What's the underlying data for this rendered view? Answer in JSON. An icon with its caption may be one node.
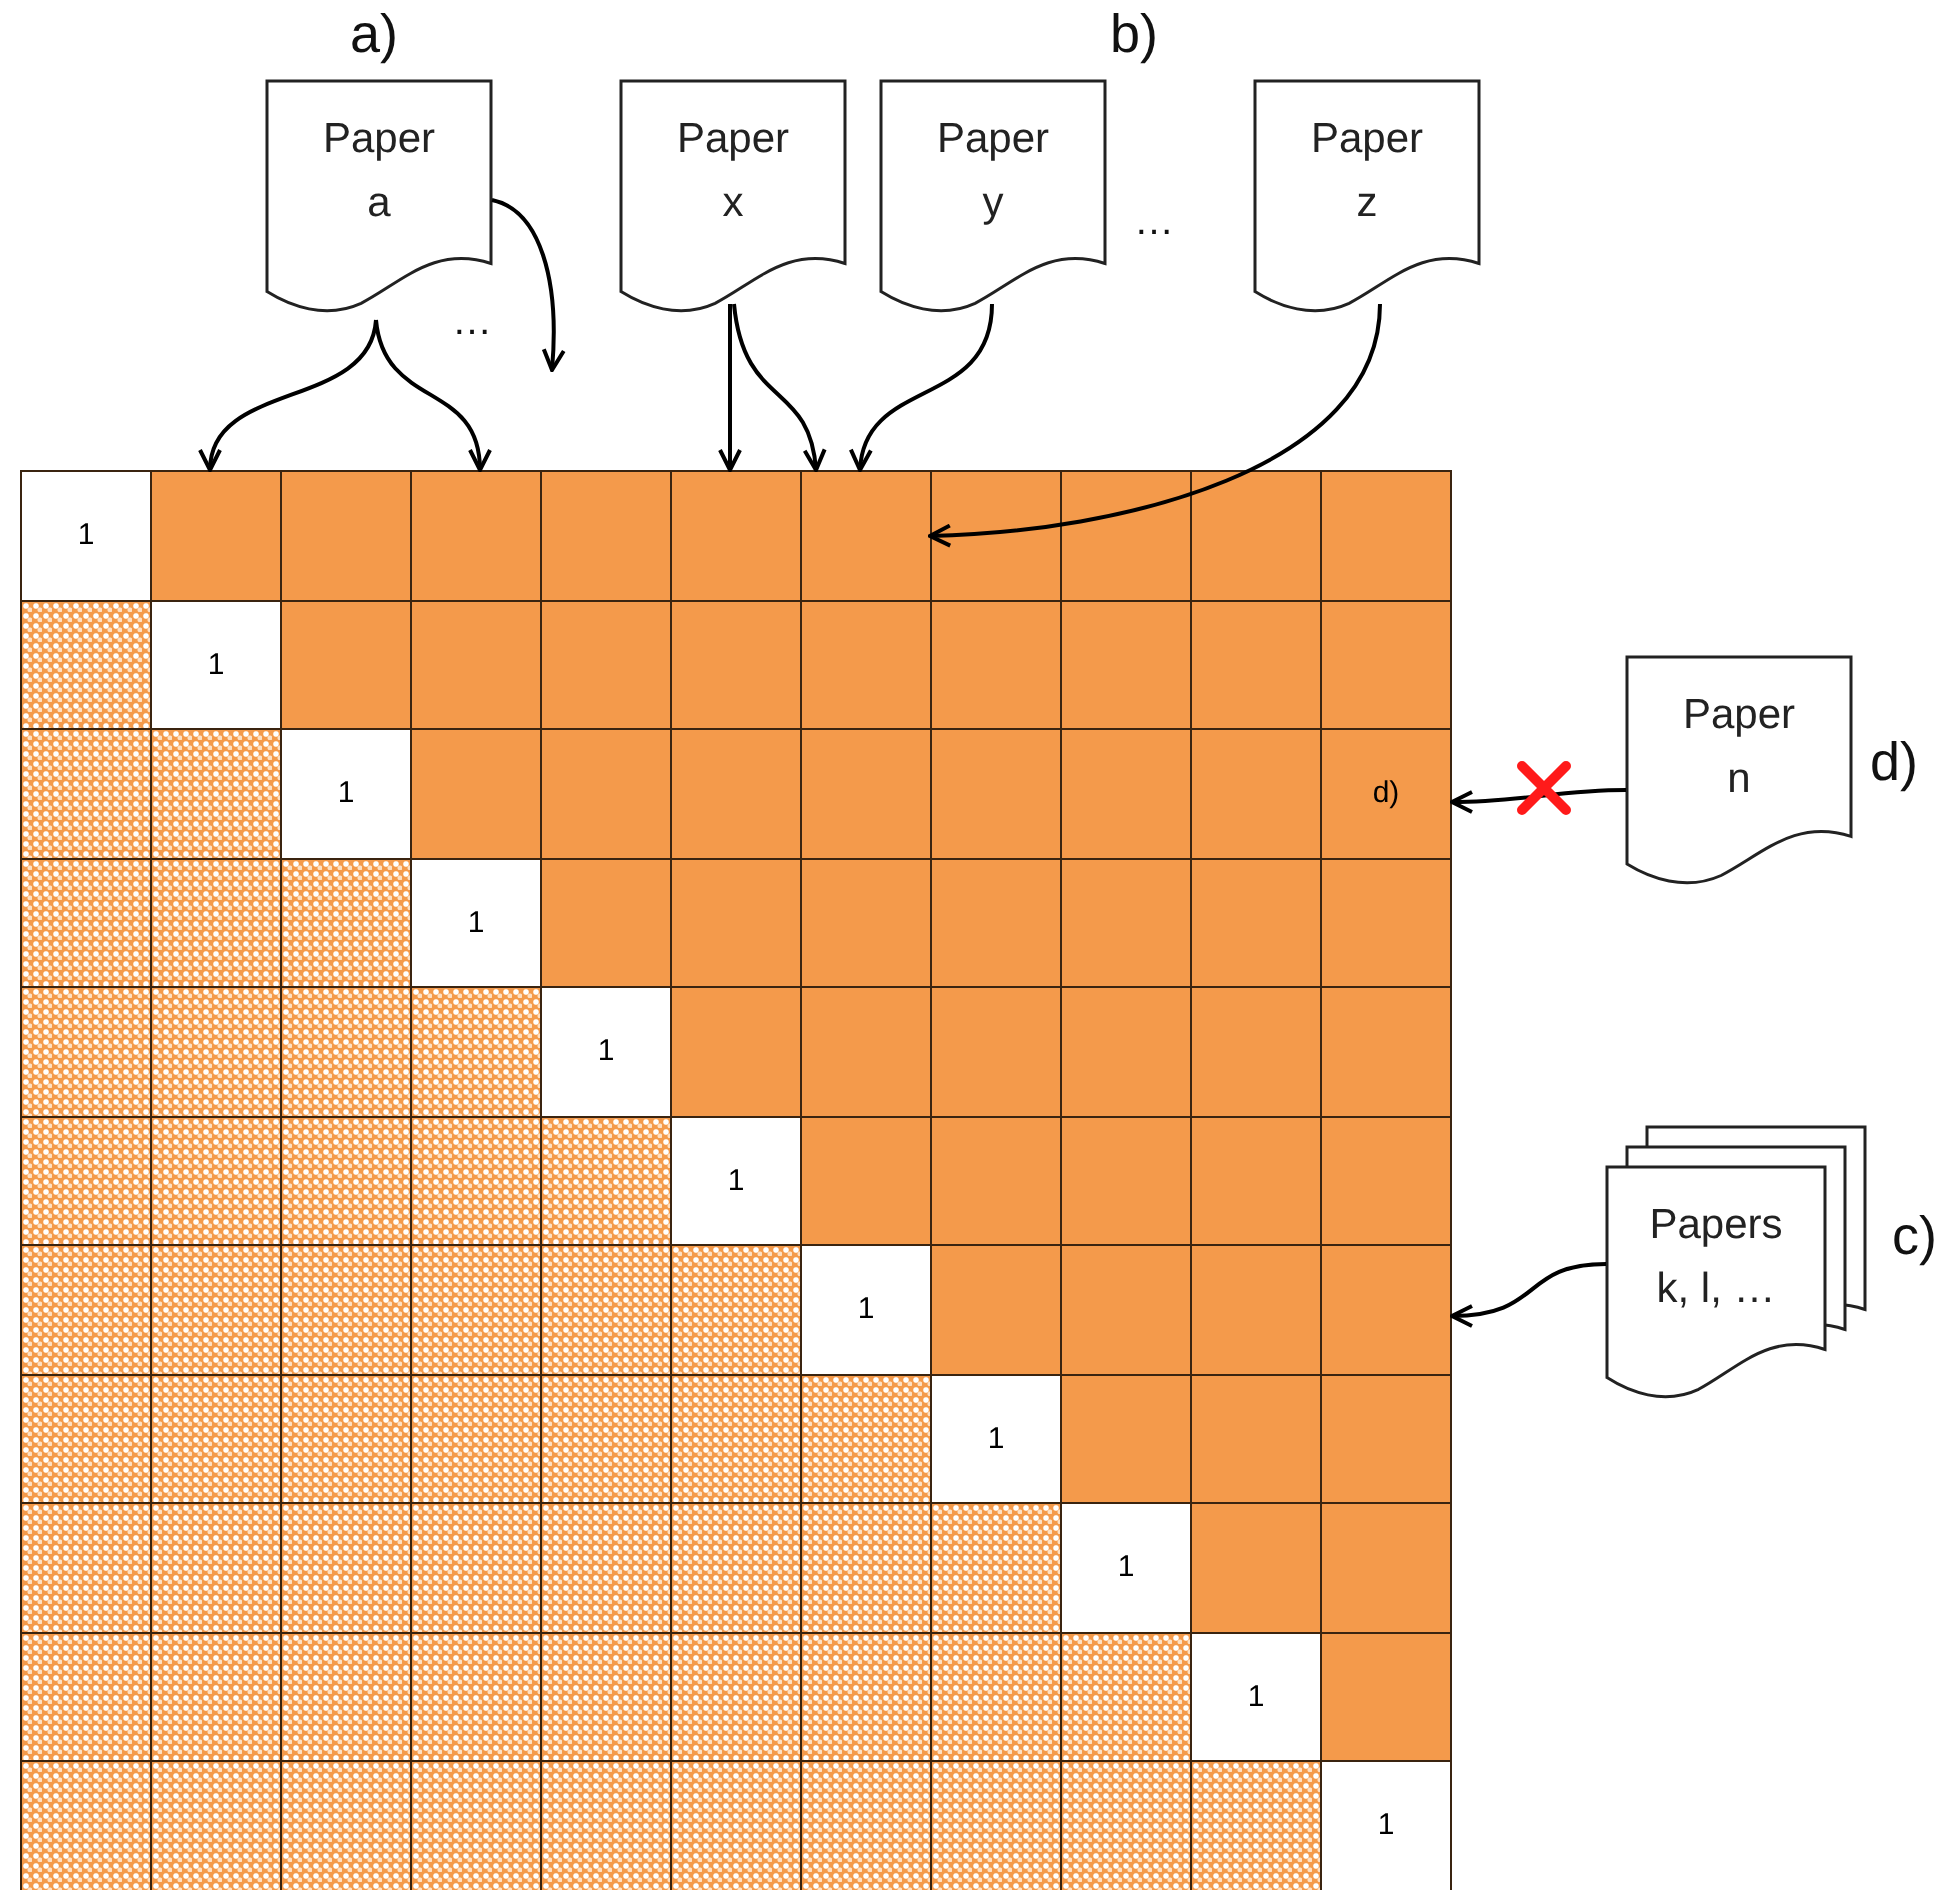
{
  "diagram": {
    "nodes": [
      {
        "text": [
          "Paper a"
        ],
        "beside": [
          "a)"
        ]
      },
      {
        "text": [
          "Paper x"
        ]
      },
      {
        "text": [
          "Paper y"
        ]
      },
      {
        "text": [
          "Paper z"
        ]
      },
      {
        "text": [
          "1"
        ]
      },
      {
        "text": [],
        "shape": "box"
      },
      {
        "text": [],
        "shape": "box"
      },
      {
        "text": [],
        "shape": "box"
      },
      {
        "text": [],
        "shape": "box"
      },
      {
        "text": [
          "1"
        ]
      },
      {
        "text": [
          "1"
        ]
      },
      {
        "text": [
          "d)"
        ]
      },
      {
        "text": [
          "Paper n"
        ],
        "beside": [
          "d)"
        ]
      },
      {
        "text": [
          "1"
        ]
      },
      {
        "text": [
          "1"
        ]
      },
      {
        "text": [
          "1"
        ]
      },
      {
        "text": [
          "1"
        ]
      },
      {
        "text": [],
        "shape": "box"
      },
      {
        "text": [
          "Papers k, l, …"
        ],
        "beside": [
          "c)"
        ]
      },
      {
        "text": [
          "1"
        ]
      },
      {
        "text": [
          "1"
        ]
      },
      {
        "text": [
          "1"
        ]
      },
      {
        "text": [
          "1"
        ]
      }
    ],
    "edges": [
      {
        "from": 0,
        "to": 5,
        "arrow": "to"
      },
      {
        "from": 0,
        "to": 6,
        "arrow": "to"
      },
      {
        "from": 0,
        "to": null,
        "arrow": "to"
      },
      {
        "from": 1,
        "to": 7,
        "arrow": "to"
      },
      {
        "from": 1,
        "to": 8,
        "arrow": "to"
      },
      {
        "from": 2,
        "to": 8,
        "arrow": "to"
      },
      {
        "from": 3,
        "to": 8,
        "arrow": "to"
      },
      {
        "from": 12,
        "to": 11,
        "arrow": "to"
      },
      {
        "from": 18,
        "to": 17,
        "arrow": "to"
      }
    ],
    "labels": [
      "b)",
      "…",
      "…"
    ]
  }
}
